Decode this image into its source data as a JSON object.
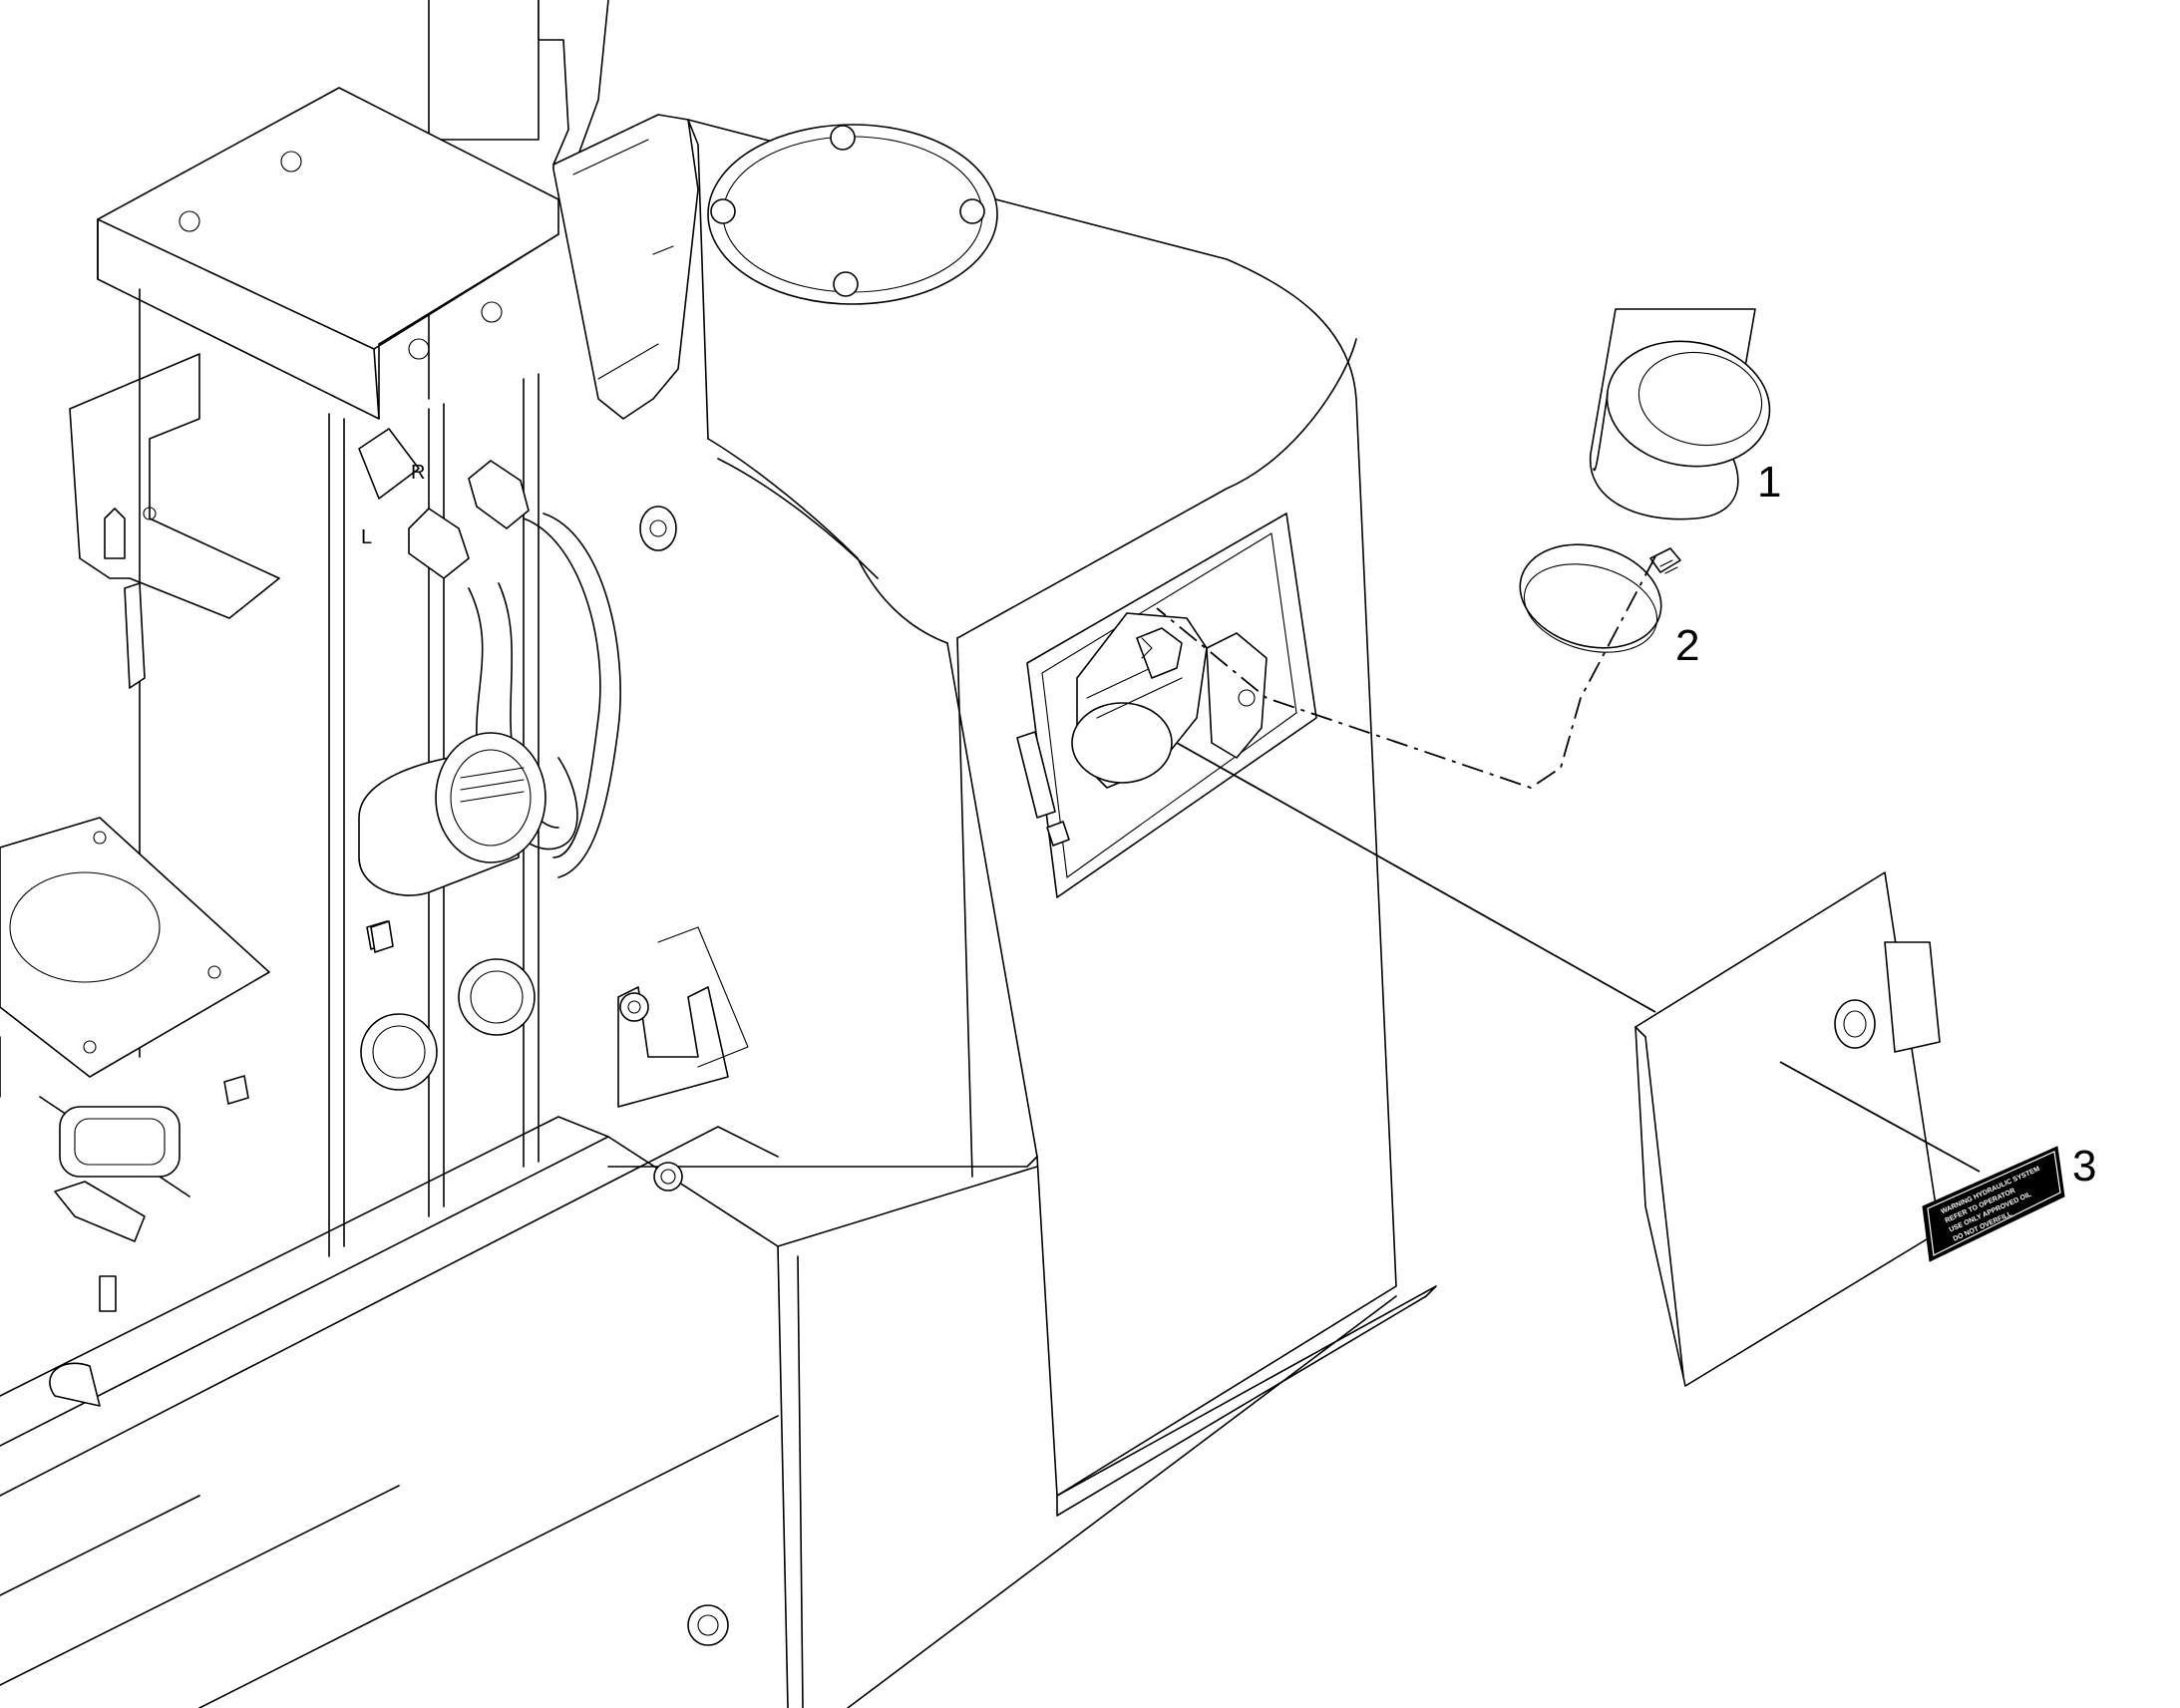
{
  "callouts": [
    {
      "id": "1",
      "label": "1"
    },
    {
      "id": "2",
      "label": "2"
    },
    {
      "id": "3",
      "label": "3"
    }
  ],
  "parts": [
    {
      "callout": "1",
      "icon": "filter-element-icon"
    },
    {
      "callout": "2",
      "icon": "hose-clamp-icon"
    },
    {
      "callout": "3",
      "icon": "warning-decal-icon"
    }
  ],
  "colors": {
    "line": "#000000",
    "background": "#ffffff"
  }
}
